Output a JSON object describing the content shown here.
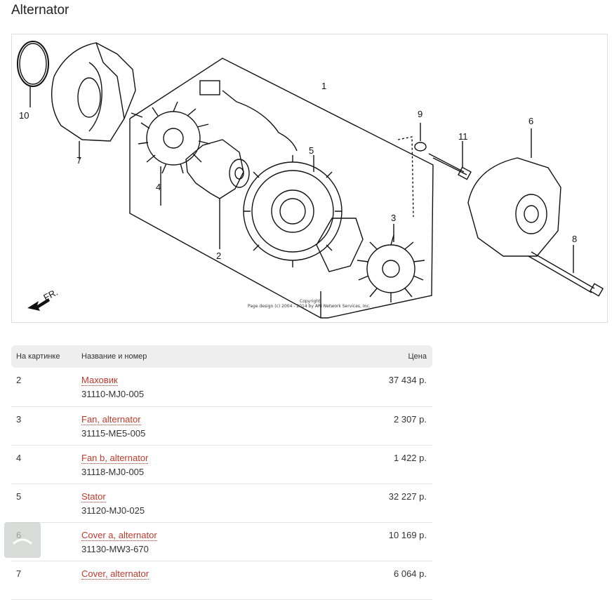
{
  "page": {
    "title": "Alternator"
  },
  "diagram": {
    "callouts": [
      "1",
      "2",
      "3",
      "4",
      "5",
      "6",
      "7",
      "8",
      "9",
      "10",
      "11"
    ],
    "direction_label": "FR.",
    "copyright_line1": "Copyright",
    "copyright_line2": "Page design (c) 2004 - 2014 by ARI Network Services, Inc."
  },
  "table": {
    "headers": {
      "position": "На картинке",
      "name": "Название и номер",
      "price": "Цена"
    },
    "rows": [
      {
        "pos": "2",
        "name": "Маховик",
        "part_number": "31110-MJ0-005",
        "price": "37 434 р."
      },
      {
        "pos": "3",
        "name": "Fan, alternator",
        "part_number": "31115-ME5-005",
        "price": "2 307 р."
      },
      {
        "pos": "4",
        "name": "Fan b, alternator",
        "part_number": "31118-MJ0-005",
        "price": "1 422 р."
      },
      {
        "pos": "5",
        "name": "Stator",
        "part_number": "31120-MJ0-025",
        "price": "32 227 р."
      },
      {
        "pos": "6",
        "name": "Cover a, alternator",
        "part_number": "31130-MW3-670",
        "price": "10 169 р."
      },
      {
        "pos": "7",
        "name": "Cover, alternator",
        "part_number": "",
        "price": "6 064 р."
      }
    ]
  },
  "controls": {
    "scroll_top_icon": "chevron-up-icon"
  },
  "colors": {
    "link": "#c0392b",
    "header_bg": "#eeeeee"
  }
}
